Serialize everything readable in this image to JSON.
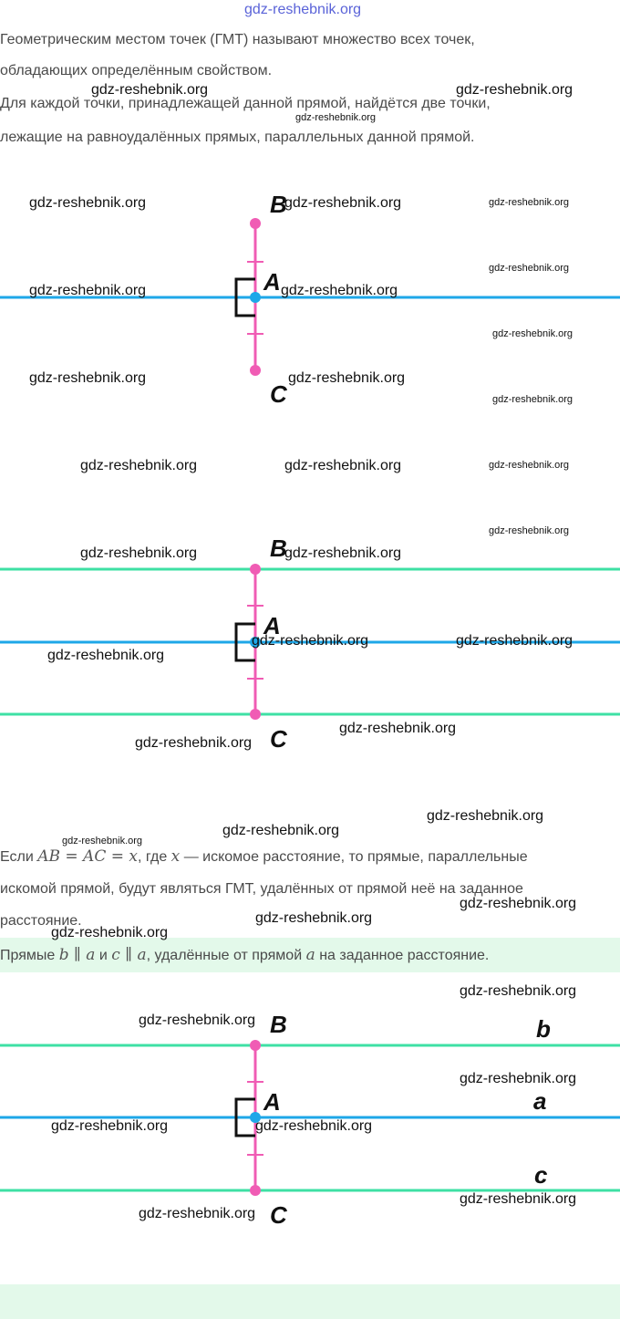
{
  "site_header": "gdz-reshebnik.org",
  "watermark": "gdz-reshebnik.org",
  "paragraphs": {
    "p1_line1": "Геометрическим местом точек (ГМТ) называют множество всех точек,",
    "p1_line2": "обладающих определённым свойством.",
    "p2_line1": "Для каждой точки, принадлежащей данной прямой, найдётся две точки,",
    "p2_line2": "лежащие на равноудалённых прямых, параллельных данной прямой."
  },
  "explanation": {
    "prefix": "Если",
    "formula": "AB = AC = x",
    "mid": ", где",
    "var": "x",
    "rest": "— искомое расстояние, то прямые, параллельные",
    "line2": "искомой прямой, будут являться ГМТ, удалённых от прямой неё на заданное",
    "line3": "расстояние."
  },
  "answer": {
    "prefix": "Прямые",
    "b_parallel_a": "b ∥ a",
    "and": "и",
    "c_parallel_a": "c ∥ a",
    "suffix": ", удалённые от прямой",
    "a": "a",
    "end": "на заданное расстояние."
  },
  "diagram_labels": {
    "B": "B",
    "A": "A",
    "C": "C",
    "b": "b",
    "a": "a",
    "c": "c"
  },
  "colors": {
    "blue": "#1ea7e8",
    "green": "#3ee0a4",
    "pink": "#f05cb4",
    "highlight": "#e3f9ea"
  }
}
